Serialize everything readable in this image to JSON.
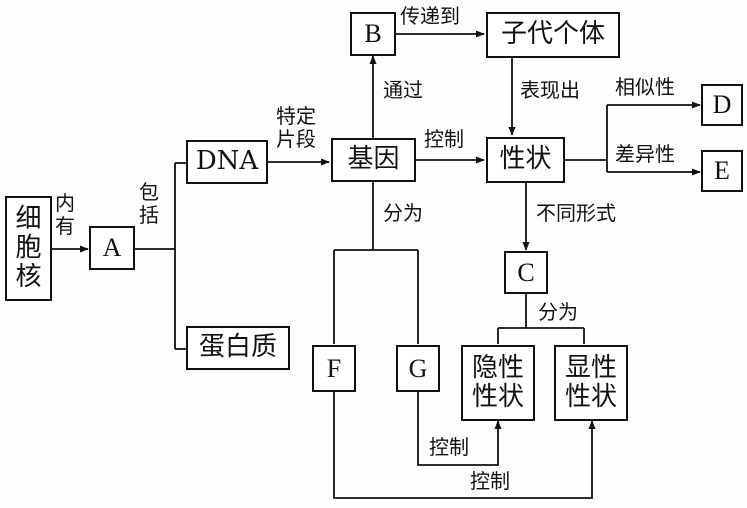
{
  "nodes": {
    "nucleus": "细胞核",
    "a": "A",
    "dna": "DNA",
    "protein": "蛋白质",
    "gene": "基因",
    "b": "B",
    "offspring": "子代个体",
    "trait": "性状",
    "c": "C",
    "d": "D",
    "e": "E",
    "f": "F",
    "g": "G",
    "recessive_line1": "隐性",
    "recessive_line2": "性状",
    "dominant_line1": "显性",
    "dominant_line2": "性状"
  },
  "labels": {
    "contains_1": "内",
    "contains_2": "有",
    "includes_1": "包",
    "includes_2": "括",
    "segment_1": "特定",
    "segment_2": "片段",
    "control_gene": "控制",
    "through": "通过",
    "passed_to": "传递到",
    "shows": "表现出",
    "similarity": "相似性",
    "difference": "差异性",
    "forms": "不同形式",
    "divide_gene": "分为",
    "divide_c": "分为",
    "control_g": "控制",
    "control_f": "控制"
  }
}
